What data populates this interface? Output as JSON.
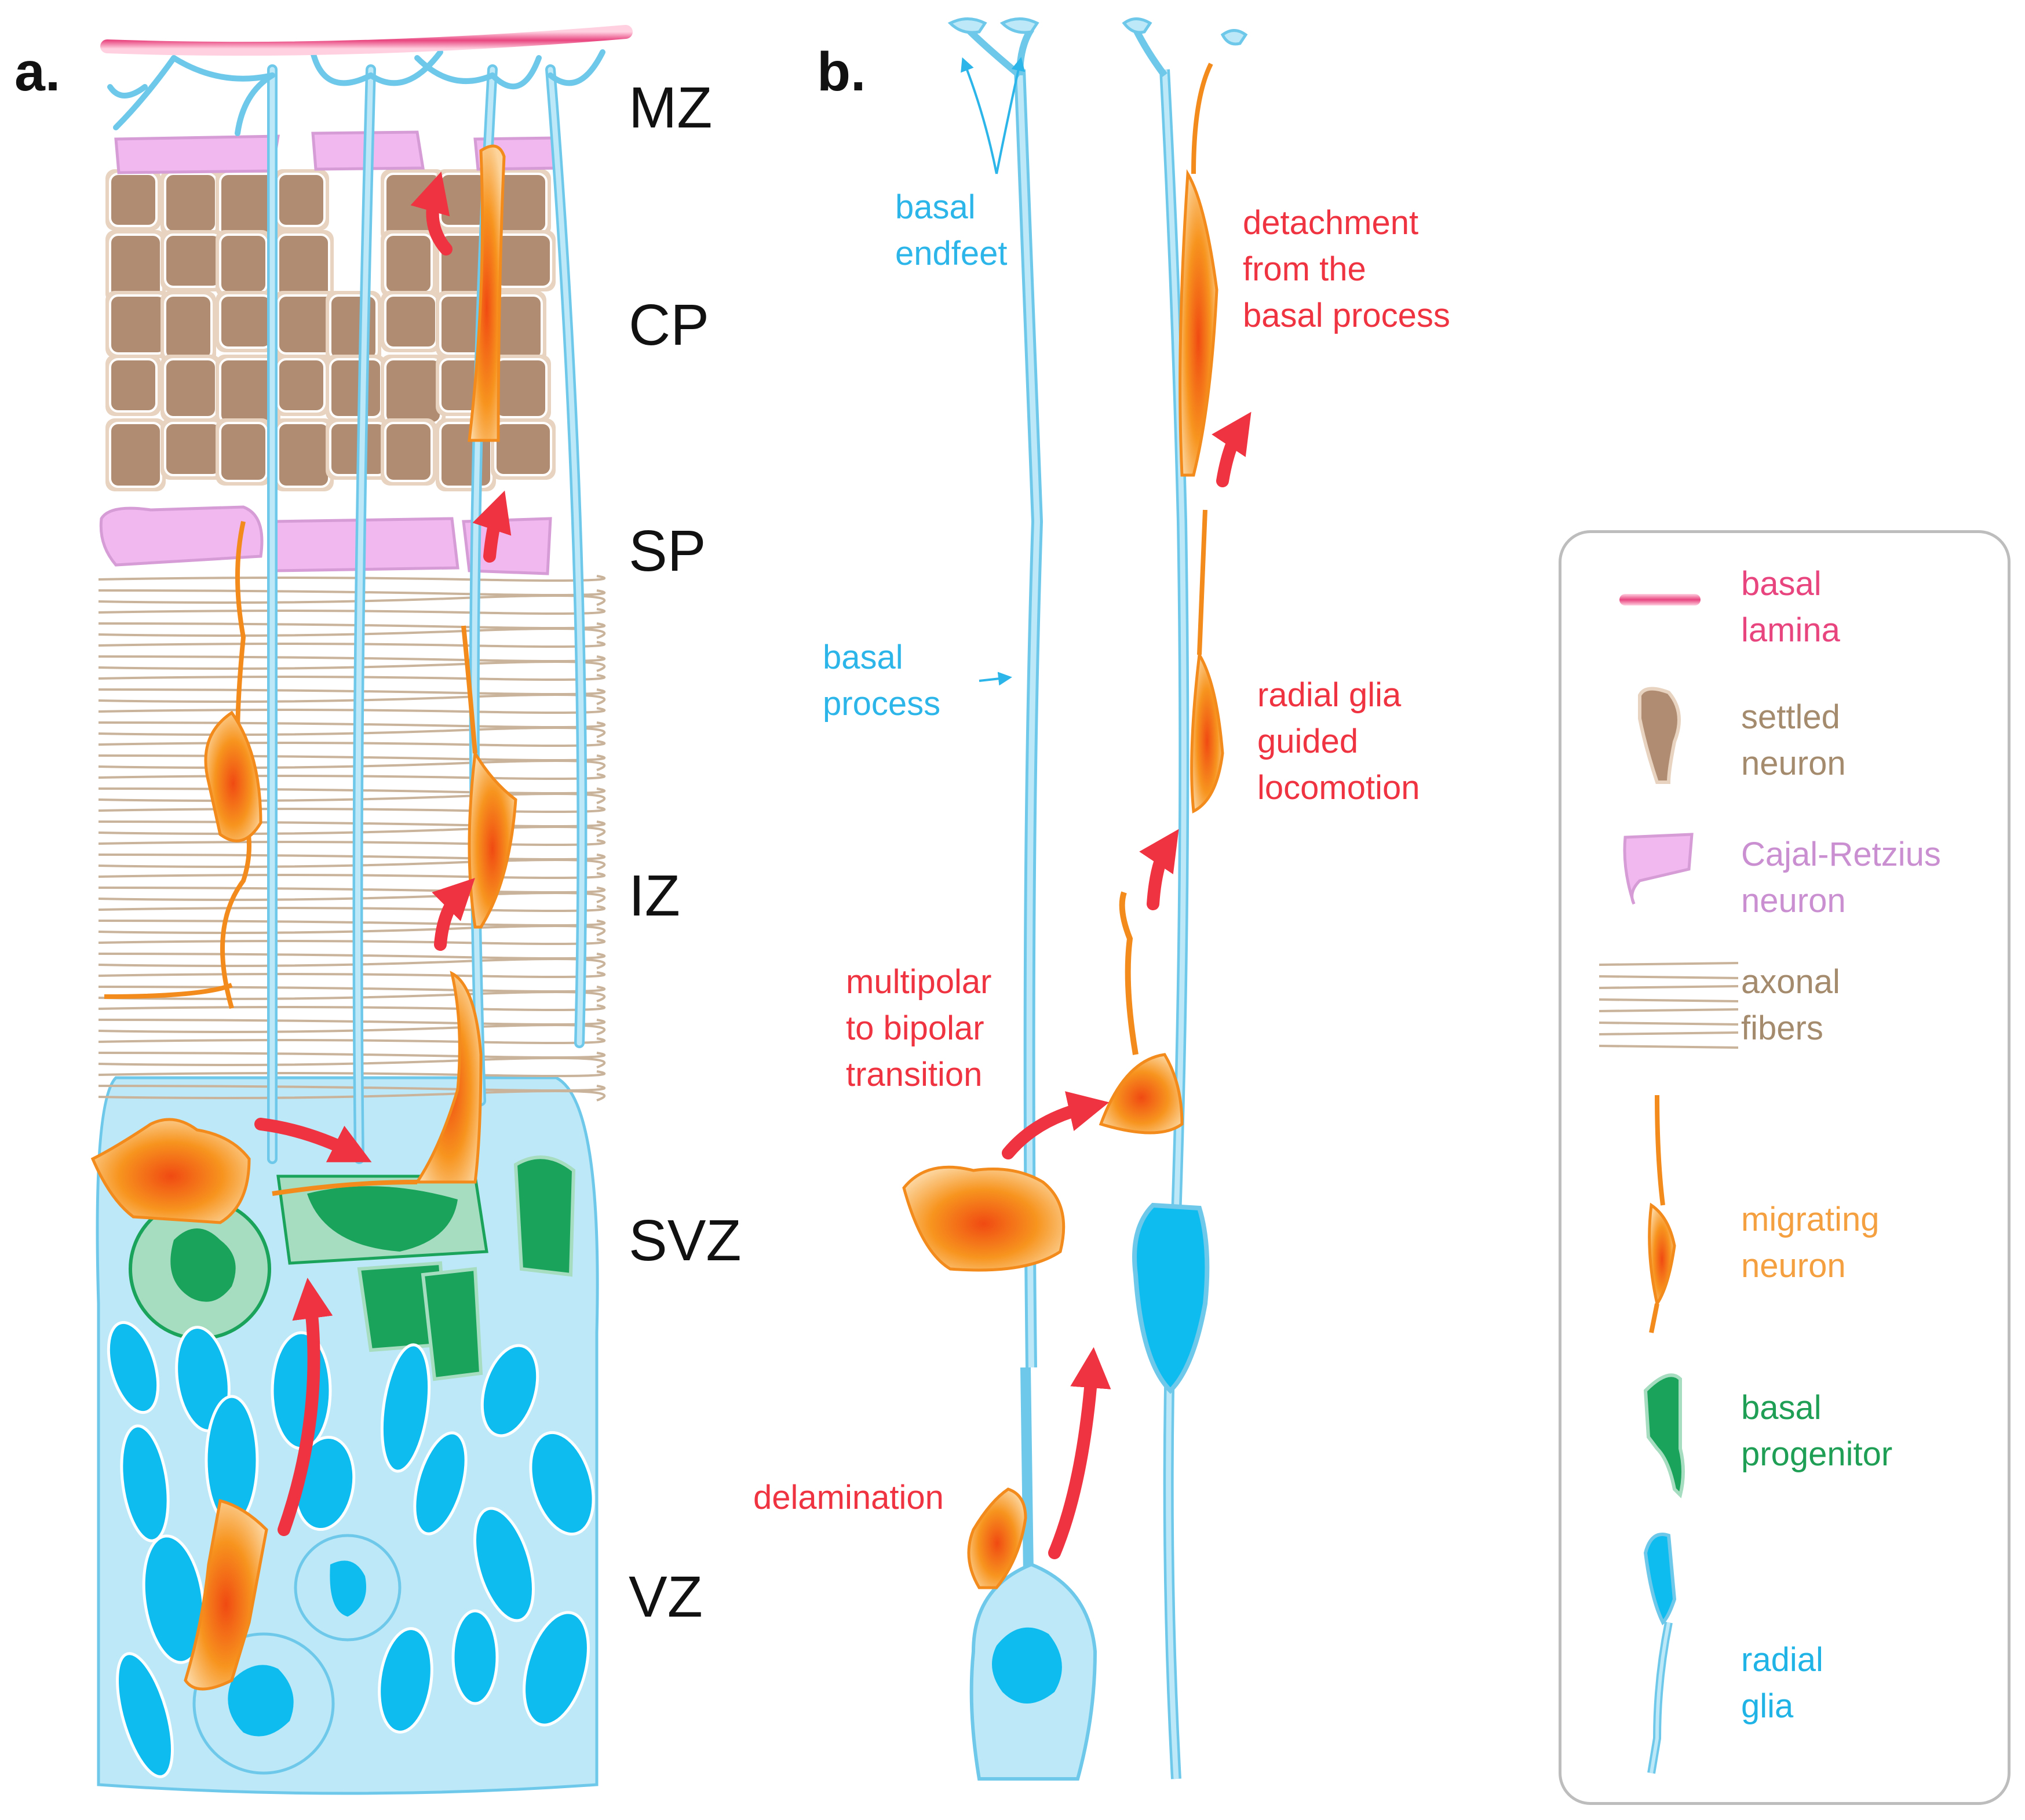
{
  "panels": {
    "a": "a.",
    "b": "b."
  },
  "zones": [
    "MZ",
    "CP",
    "SP",
    "IZ",
    "SVZ",
    "VZ"
  ],
  "annotations": {
    "basal_endfeet": "basal\nendfeet",
    "basal_process": "basal\nprocess",
    "detachment": "detachment\nfrom the\nbasal process",
    "radial_glia_guided": "radial glia\nguided\nlocomotion",
    "multipolar": "multipolar\nto bipolar\ntransition",
    "delamination": "delamination"
  },
  "legend": [
    {
      "label": "basal\nlamina",
      "color": "#e8457f"
    },
    {
      "label": "settled\nneuron",
      "color": "#a58b6e"
    },
    {
      "label": "Cajal-Retzius\nneuron",
      "color": "#c98fd0"
    },
    {
      "label": "axonal\nfibers",
      "color": "#a58b6e"
    },
    {
      "label": "migrating\nneuron",
      "color": "#f5a040"
    },
    {
      "label": "basal\nprogenitor",
      "color": "#1f9e55"
    },
    {
      "label": "radial\nglia",
      "color": "#20b4e6"
    }
  ],
  "colors": {
    "basal_lamina": "#e8457f",
    "radial_glia_light": "#bde8f7",
    "radial_glia_edge": "#6ec8ea",
    "radial_glia_nucleus": "#0fbcf0",
    "settled_neuron": "#b08d72",
    "settled_neuron_pale": "#e7d3c0",
    "cajal": "#f0b8ef",
    "migrating": "#f28a1c",
    "migrating_pale": "#fbd8a6",
    "progenitor": "#1aa35a",
    "progenitor_pale": "#a6dcc0",
    "arrow": "#ef3340",
    "fiber": "#c9b39a"
  }
}
